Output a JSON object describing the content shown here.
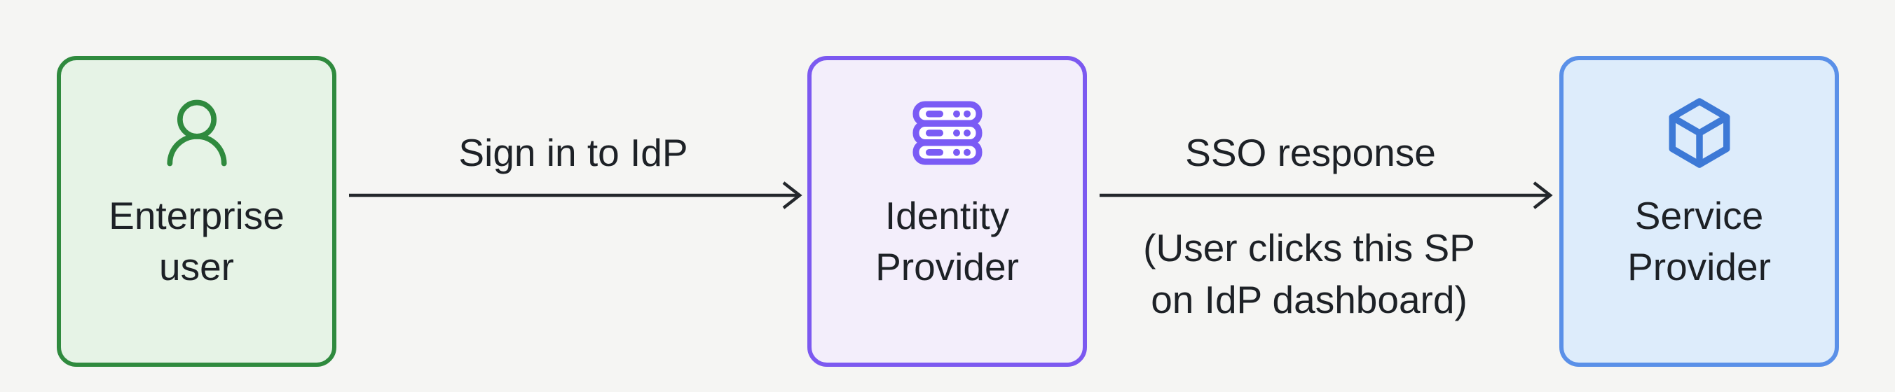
{
  "diagram": {
    "background": "#f5f5f3",
    "text_color": "#1d2126",
    "arrow_color": "#23272b"
  },
  "nodes": [
    {
      "id": "enterprise-user",
      "icon": "user-icon",
      "label_line1": "Enterprise",
      "label_line2": "user",
      "fill": "#e6f3e6",
      "border_color": "#2f8a3e",
      "icon_color": "#2f8a3e"
    },
    {
      "id": "identity-provider",
      "icon": "server-icon",
      "label_line1": "Identity",
      "label_line2": "Provider",
      "fill": "#f3eefb",
      "border_color": "#7c59f0",
      "icon_color": "#7a5bf5"
    },
    {
      "id": "service-provider",
      "icon": "cube-icon",
      "label_line1": "Service",
      "label_line2": "Provider",
      "fill": "#ddecfb",
      "border_color": "#5a90e8",
      "icon_color": "#3d79d6"
    }
  ],
  "edges": [
    {
      "from": "enterprise-user",
      "to": "identity-provider",
      "label": "Sign in to IdP"
    },
    {
      "from": "identity-provider",
      "to": "service-provider",
      "label": "SSO response",
      "caption_line1": "(User clicks this SP",
      "caption_line2": "on IdP dashboard)"
    }
  ]
}
